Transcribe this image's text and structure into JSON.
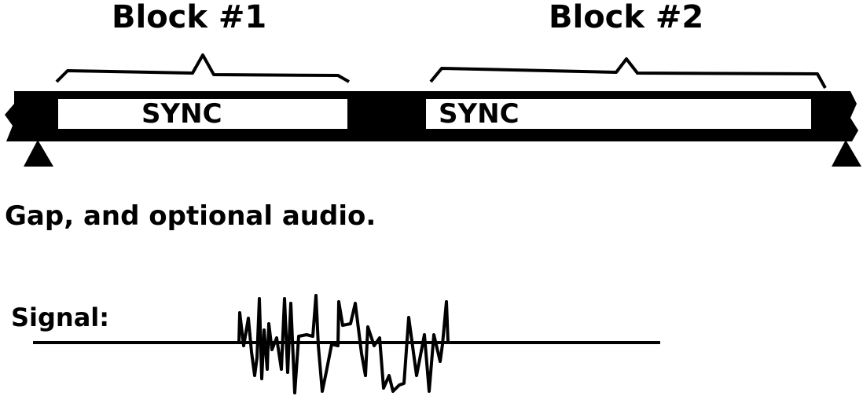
{
  "blocks": [
    {
      "title": "Block #1",
      "sync_label": "SYNC"
    },
    {
      "title": "Block #2",
      "sync_label": "SYNC"
    }
  ],
  "caption": "Gap, and optional audio.",
  "signal": {
    "label": "Signal:"
  },
  "colors": {
    "ink": "#000000",
    "background": "#ffffff"
  }
}
